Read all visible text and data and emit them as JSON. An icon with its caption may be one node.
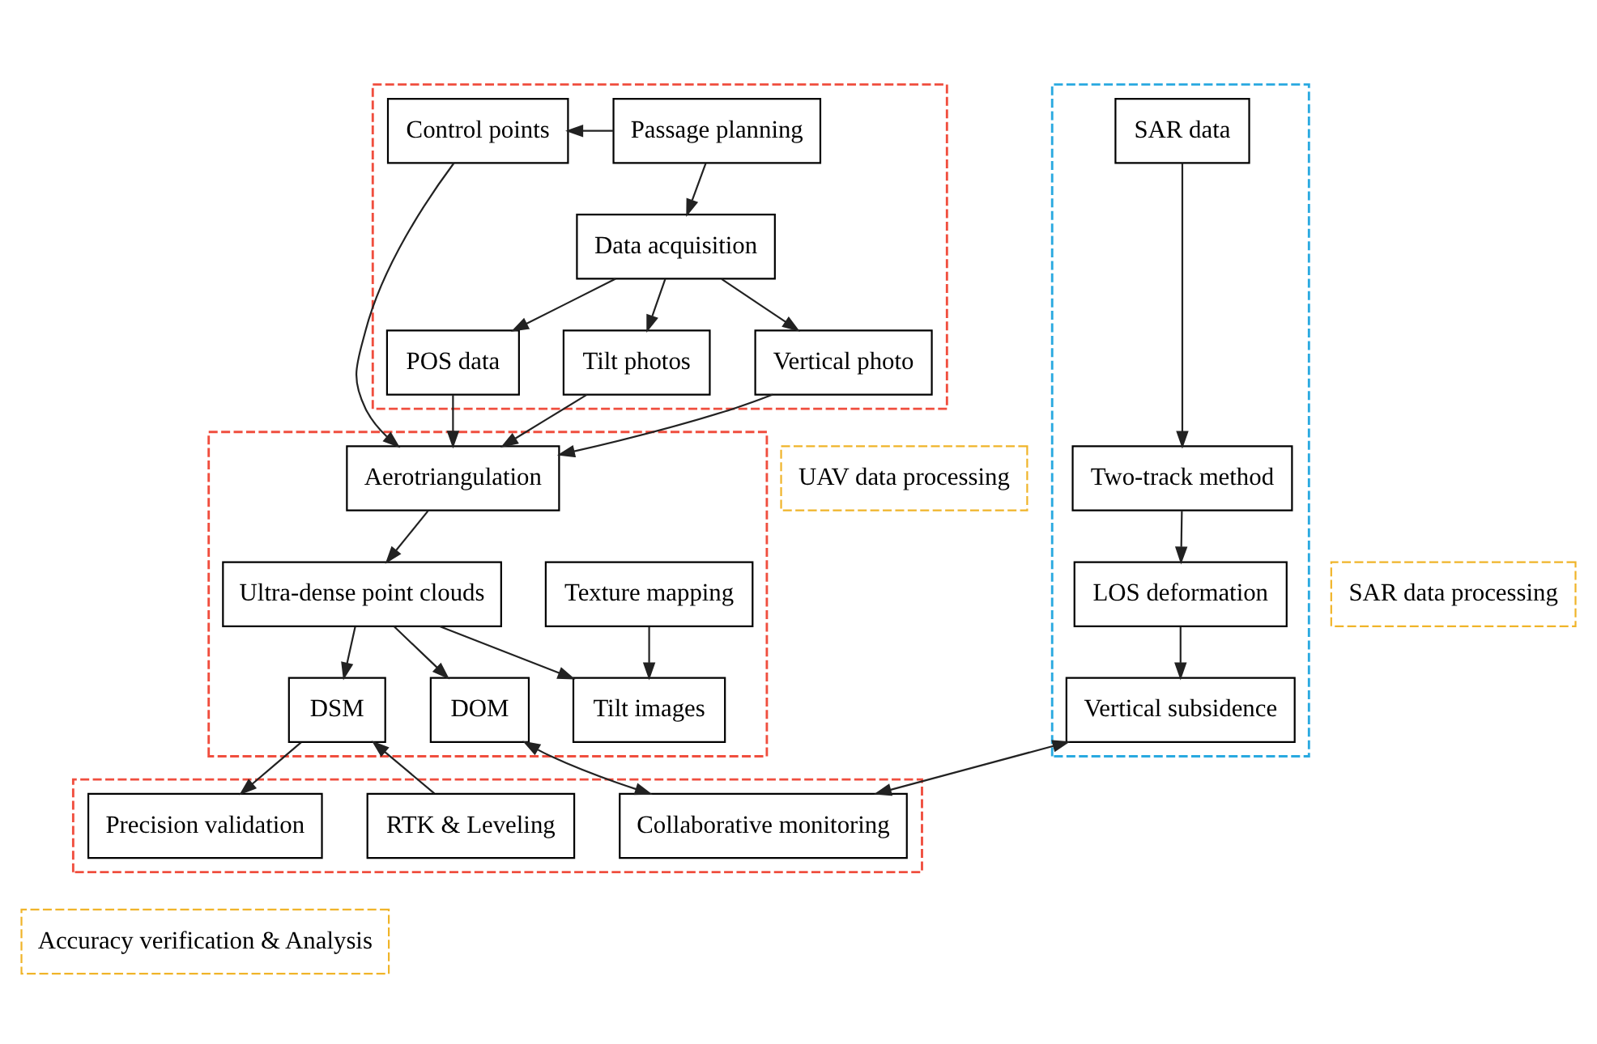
{
  "diagram": {
    "nodes": [
      {
        "text": [],
        "shape": "box"
      },
      {
        "text": [
          "Passage planning"
        ],
        "in": 0
      },
      {
        "text": [
          "Control points"
        ],
        "in": 0
      },
      {
        "text": [
          "Data acquisition"
        ],
        "in": 0
      },
      {
        "text": [
          "POS data"
        ],
        "in": 0
      },
      {
        "text": [
          "Tilt photos"
        ],
        "in": 0
      },
      {
        "text": [
          "Vertical photo"
        ],
        "in": 0
      },
      {
        "text": [],
        "shape": "box"
      },
      {
        "text": [
          "Texture mapping"
        ],
        "in": 7
      },
      {
        "text": [
          "Aerotriangulation"
        ],
        "in": 7
      },
      {
        "text": [
          "Ultra-dense point clouds"
        ],
        "in": 7
      },
      {
        "text": [
          "Tilt images"
        ],
        "in": 7
      },
      {
        "text": [
          "DSM"
        ],
        "in": 7
      },
      {
        "text": [
          "DOM"
        ],
        "in": 7
      },
      {
        "text": [],
        "shape": "box"
      },
      {
        "text": [
          "SAR data"
        ],
        "in": 14
      },
      {
        "text": [
          "Two-track method"
        ],
        "in": 14
      },
      {
        "text": [
          "LOS deformation"
        ],
        "in": 14
      },
      {
        "text": [
          "Vertical subsidence"
        ],
        "in": 14
      },
      {
        "text": [],
        "shape": "box"
      },
      {
        "text": [
          "RTK & Leveling"
        ],
        "in": 19
      },
      {
        "text": [
          "Precision validation"
        ],
        "in": 19
      },
      {
        "text": [
          "Collaborative monitoring"
        ],
        "in": 19
      },
      {
        "text": [
          "UAV data processing"
        ]
      },
      {
        "text": [
          "SAR data processing"
        ]
      },
      {
        "text": [
          "Accuracy verification & Analysis"
        ]
      }
    ],
    "edges": [
      {
        "from": 1,
        "to": 2,
        "arrow": "to"
      },
      {
        "from": 1,
        "to": 3,
        "arrow": "to"
      },
      {
        "from": 3,
        "to": 4,
        "arrow": "to"
      },
      {
        "from": 3,
        "to": 5,
        "arrow": "to"
      },
      {
        "from": 3,
        "to": 6,
        "arrow": "to"
      },
      {
        "from": 4,
        "to": 9,
        "arrow": "to"
      },
      {
        "from": 5,
        "to": 9,
        "arrow": "to"
      },
      {
        "from": 6,
        "to": 9,
        "arrow": "to"
      },
      {
        "from": 2,
        "to": 9,
        "arrow": "to"
      },
      {
        "from": 9,
        "to": 10,
        "arrow": "to"
      },
      {
        "from": 10,
        "to": 11,
        "arrow": "to"
      },
      {
        "from": 10,
        "to": 12,
        "arrow": "to"
      },
      {
        "from": 10,
        "to": 13,
        "arrow": "to"
      },
      {
        "from": 8,
        "to": 11,
        "arrow": "to"
      },
      {
        "from": 15,
        "to": 16,
        "arrow": "to"
      },
      {
        "from": 16,
        "to": 17,
        "arrow": "to"
      },
      {
        "from": 17,
        "to": 18,
        "arrow": "to"
      },
      {
        "from": 20,
        "to": 12,
        "arrow": "to"
      },
      {
        "from": 12,
        "to": 21,
        "arrow": "to"
      },
      {
        "from": 13,
        "to": 22,
        "arrow": "both"
      },
      {
        "from": 18,
        "to": 22,
        "arrow": "both"
      }
    ]
  }
}
